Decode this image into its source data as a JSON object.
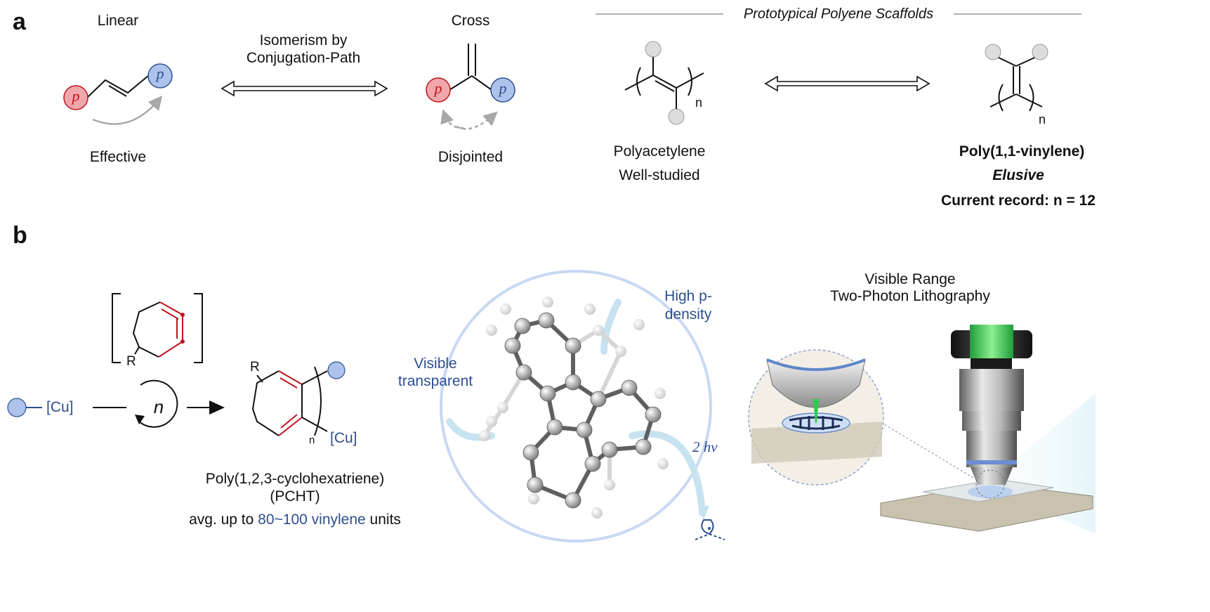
{
  "panel_a": {
    "label": "a",
    "linear": "Linear",
    "isomerism_line1": "Isomerism by",
    "isomerism_line2": "Conjugation-Path",
    "cross": "Cross",
    "effective": "Effective",
    "disjointed": "Disjointed",
    "p_symbol": "p",
    "scaffolds_header": "Prototypical Polyene Scaffolds",
    "polyacetylene": "Polyacetylene",
    "well_studied": "Well-studied",
    "n_subscript": "n",
    "vinylene_name": "Poly(1,1-vinylene)",
    "elusive": "Elusive",
    "record": "Current record: n = 12"
  },
  "panel_b": {
    "label": "b",
    "r_group": "R",
    "cu": "[Cu]",
    "n_cycle": "n",
    "n_subscript": "n",
    "pcht_name": "Poly(1,2,3-cyclohexatriene)",
    "pcht_abbr": "(PCHT)",
    "avg_prefix": "avg. up to ",
    "avg_highlight": "80~100 vinylene",
    "avg_suffix": " units",
    "visible_line1": "Visible",
    "visible_line2": "transparent",
    "high_line1": "High p-",
    "high_line2": "density",
    "two_hv": "2 hν",
    "litho_line1": "Visible Range",
    "litho_line2": "Two-Photon Lithography"
  },
  "colors": {
    "red": "#c0141c",
    "red_fill": "#f0a7ab",
    "blue": "#2e4f8f",
    "blue_fill": "#aec3ec",
    "glow": "#c8d8f4"
  }
}
